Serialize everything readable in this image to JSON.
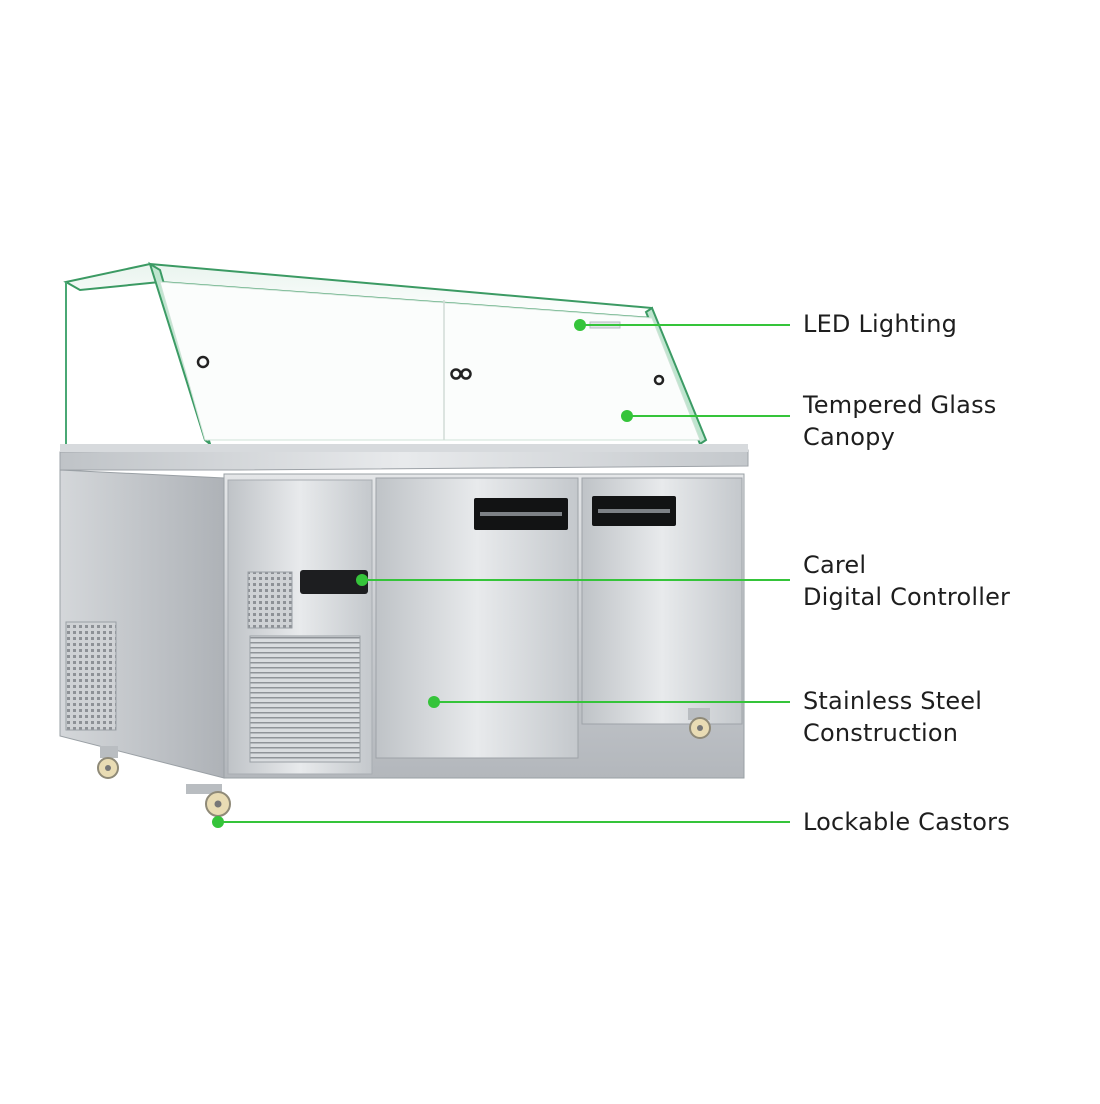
{
  "accent_color": "#35c43a",
  "callouts": [
    {
      "id": "led-lighting",
      "lines": [
        "LED Lighting"
      ]
    },
    {
      "id": "tempered-glass-canopy",
      "lines": [
        "Tempered Glass",
        "Canopy"
      ]
    },
    {
      "id": "carel-digital-controller",
      "lines": [
        "Carel",
        "Digital Controller"
      ]
    },
    {
      "id": "stainless-steel-construction",
      "lines": [
        "Stainless Steel",
        "Construction"
      ]
    },
    {
      "id": "lockable-castors",
      "lines": [
        "Lockable Castors"
      ]
    }
  ]
}
